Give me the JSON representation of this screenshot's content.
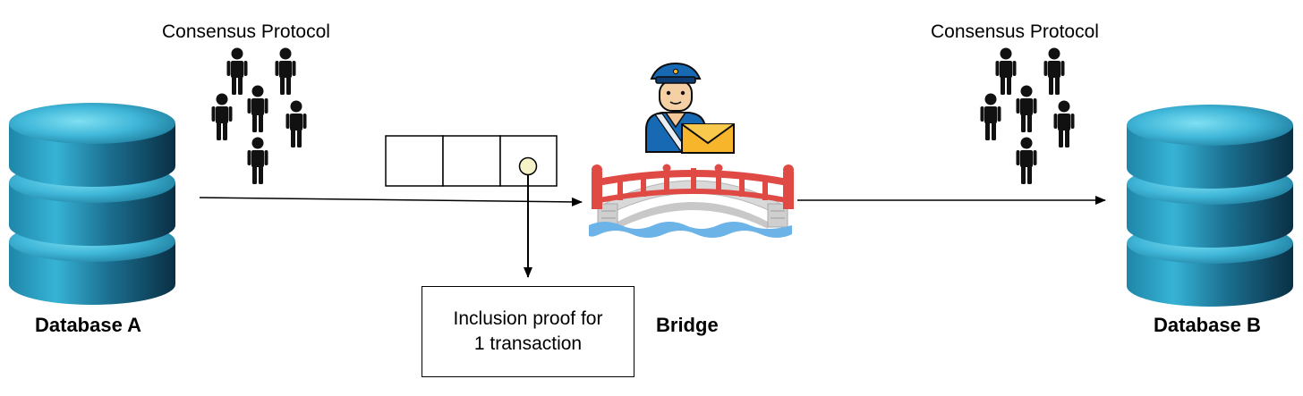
{
  "labels": {
    "consensus_left": "Consensus Protocol",
    "consensus_right": "Consensus Protocol",
    "database_a": "Database A",
    "database_b": "Database B",
    "bridge": "Bridge",
    "proof_line1": "Inclusion proof for",
    "proof_line2": "1 transaction"
  },
  "icons": {
    "database": "database-stack-icon",
    "person": "person-icon",
    "postman": "postman-icon",
    "envelope": "envelope-icon",
    "bridge": "bridge-icon"
  },
  "colors": {
    "db_light": "#3fc0e0",
    "db_dark": "#0d3f58",
    "bridge_red": "#e04a45",
    "water": "#6cb3e8",
    "uniform": "#1769b3",
    "envelope": "#f7b52b",
    "token": "#f6f2c8"
  }
}
